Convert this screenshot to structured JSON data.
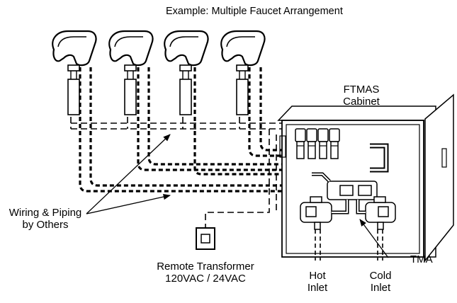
{
  "title": "Example: Multiple Faucet Arrangement",
  "labels": {
    "cabinet_line1": "FTMAS",
    "cabinet_line2": "Cabinet",
    "wiring_line1": "Wiring & Piping",
    "wiring_line2": "by Others",
    "transformer_line1": "Remote Transformer",
    "transformer_line2": "120VAC / 24VAC",
    "hot_line1": "Hot",
    "hot_line2": "Inlet",
    "cold_line1": "Cold",
    "cold_line2": "Inlet",
    "tma": "TMA"
  },
  "faucet_count": 4,
  "valve_count": 4
}
